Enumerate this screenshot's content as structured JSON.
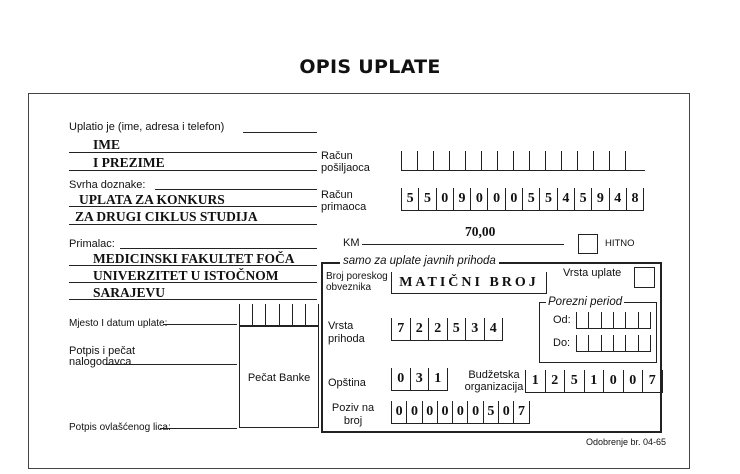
{
  "title": "OPIS UPLATE",
  "payer": {
    "label": "Uplatio je (ime, adresa i telefon)",
    "line1": "IME",
    "line2": "I PREZIME"
  },
  "purpose": {
    "label": "Svrha doznake:",
    "line1": "UPLATA ZA KONKURS",
    "line2": "ZA DRUGI CIKLUS STUDIJA"
  },
  "recipient": {
    "label": "Primalac:",
    "line1": "MEDICINSKI FAKULTET FOČA",
    "line2": "UNIVERZITET U ISTOČNOM",
    "line3": "SARAJEVU"
  },
  "place_date_label": "Mjesto I datum uplate:",
  "signature_label": "Potpis i pečat nalogodavca",
  "authorized_signature_label": "Potpis ovlašćenog lica:",
  "bank_stamp_label": "Pečat Banke",
  "sender_account_label": "Račun pošiljaoca",
  "recipient_account": {
    "label": "Račun primaoca",
    "digits": [
      "5",
      "5",
      "0",
      "9",
      "0",
      "0",
      "0",
      "5",
      "5",
      "4",
      "5",
      "9",
      "4",
      "8"
    ]
  },
  "amount": {
    "value": "70,00",
    "currency_label": "KM"
  },
  "urgent_label": "HITNO",
  "public_revenue": {
    "section_label": "samo za uplate javnih prihoda",
    "tax_number_label": "Broj poreskog obveznika",
    "tax_number_value": "MATIČNI BROJ",
    "payment_type_label": "Vrsta uplate",
    "tax_period_label": "Porezni period",
    "from_label": "Od:",
    "to_label": "Do:",
    "revenue_type_label": "Vrsta prihoda",
    "revenue_type_digits": [
      "7",
      "2",
      "2",
      "5",
      "3",
      "4"
    ],
    "municipality_label": "Opština",
    "municipality_digits": [
      "0",
      "3",
      "1"
    ],
    "budget_org_label": "Budžetska organizacija",
    "budget_org_digits": [
      "1",
      "2",
      "5",
      "1",
      "0",
      "0",
      "7"
    ],
    "reference_label": "Poziv na broj",
    "reference_digits": [
      "0",
      "0",
      "0",
      "0",
      "0",
      "0",
      "5",
      "0",
      "7"
    ]
  },
  "approval_note": "Odobrenje br. 04-65"
}
